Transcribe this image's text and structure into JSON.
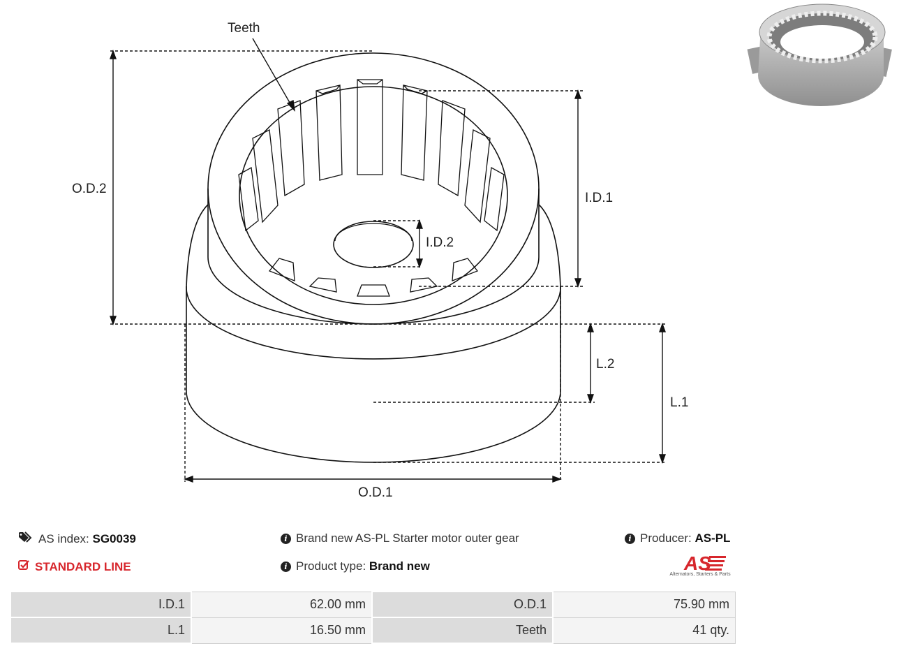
{
  "dimension_labels": {
    "teeth": "Teeth",
    "od2": "O.D.2",
    "id1": "I.D.1",
    "id2": "I.D.2",
    "l2": "L.2",
    "l1": "L.1",
    "od1": "O.D.1"
  },
  "info": {
    "as_index_label": "AS index:",
    "as_index_value": "SG0039",
    "description": "Brand new AS-PL Starter motor outer gear",
    "producer_label": "Producer:",
    "producer_value": "AS-PL",
    "line_label": "STANDARD LINE",
    "product_type_label": "Product type:",
    "product_type_value": "Brand new"
  },
  "logo": {
    "text": "AS",
    "tagline": "Alternators, Starters & Parts",
    "color": "#d7262c"
  },
  "specs": [
    [
      {
        "label": "I.D.1",
        "value": "62.00 mm"
      },
      {
        "label": "O.D.1",
        "value": "75.90 mm"
      }
    ],
    [
      {
        "label": "L.1",
        "value": "16.50 mm"
      },
      {
        "label": "Teeth",
        "value": "41 qty."
      }
    ]
  ],
  "icons": [
    "tags-icon",
    "check-square-icon",
    "info-circle-icon"
  ]
}
